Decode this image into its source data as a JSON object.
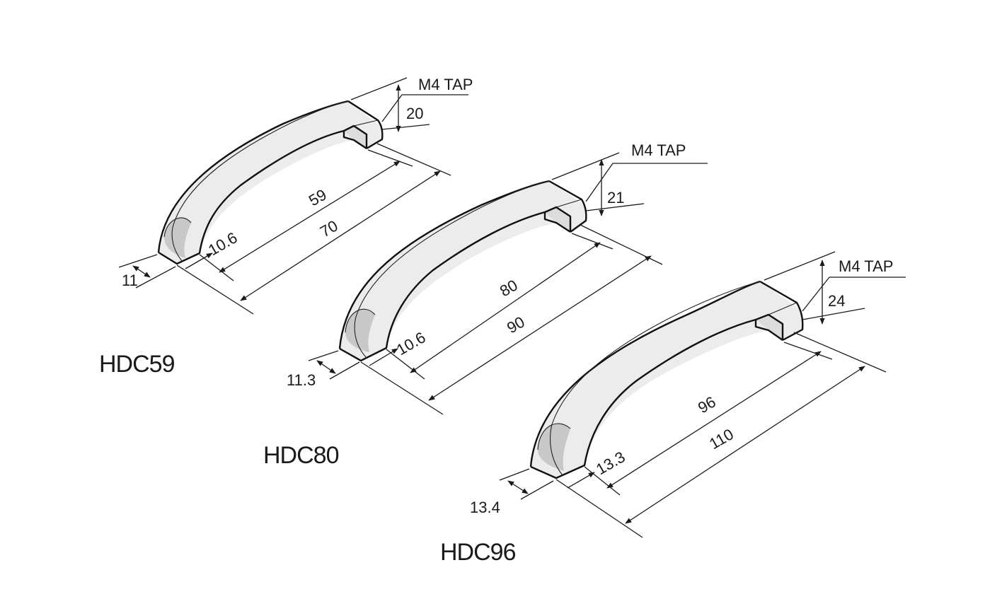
{
  "handles": [
    {
      "model": "HDC59",
      "tap": "M4 TAP",
      "height": "20",
      "pitch": "59",
      "length": "70",
      "thickness": "10.6",
      "width": "11"
    },
    {
      "model": "HDC80",
      "tap": "M4 TAP",
      "height": "21",
      "pitch": "80",
      "length": "90",
      "thickness": "10.6",
      "width": "11.3"
    },
    {
      "model": "HDC96",
      "tap": "M4 TAP",
      "height": "24",
      "pitch": "96",
      "length": "110",
      "thickness": "13.3",
      "width": "13.4"
    }
  ]
}
